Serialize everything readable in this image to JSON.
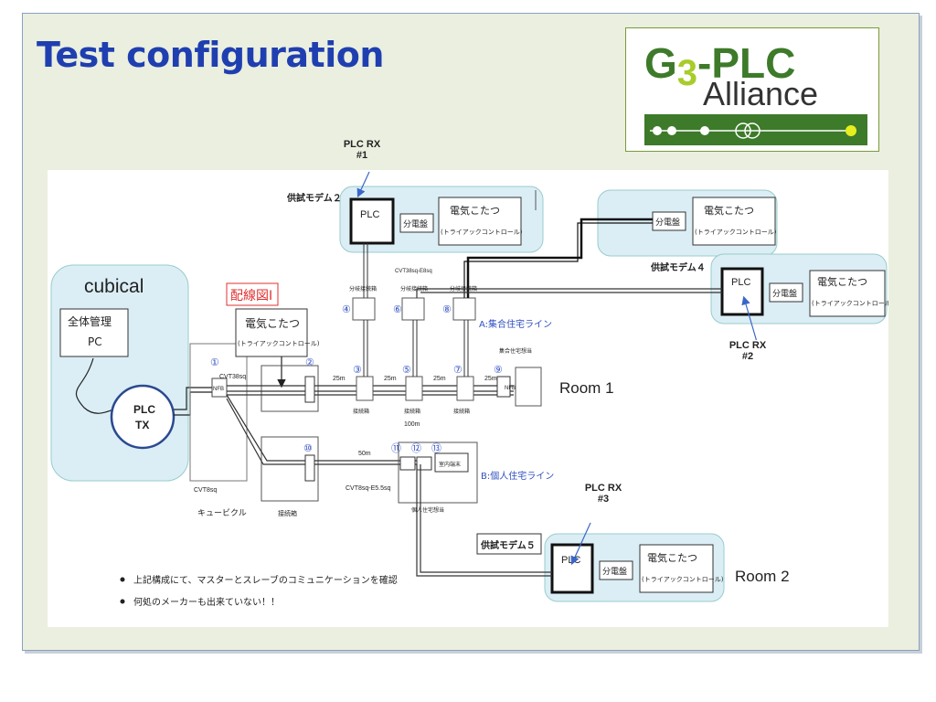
{
  "slide": {
    "title": "Test configuration"
  },
  "logo": {
    "wordmark": "G3-PLC",
    "subtitle": "Alliance"
  },
  "diagram": {
    "plc_rx_1": "PLC RX\n#1",
    "plc_rx_2": "PLC RX\n#2",
    "plc_rx_3": "PLC RX\n#3",
    "cubical": "cubical",
    "pc_line1": "全体管理",
    "pc_line2": "PC",
    "plc_tx_line1": "PLC",
    "plc_tx_line2": "TX",
    "room1": "Room 1",
    "room2": "Room 2",
    "wiring_diagram": "配線図Ⅰ",
    "test_modem_2": "供試モデム２",
    "test_modem_4": "供試モデム４",
    "test_modem_5": "供試モデム５",
    "plc_box": "PLC",
    "distribution_board": "分電盤",
    "kotatsu_line1": "電気こたつ",
    "kotatsu_line2": "(トライアックコントロール)",
    "line_a": "A:集合住宅ライン",
    "line_b": "B:個人住宅ライン",
    "kyubikuru": "キュービクル",
    "cable_1": "CVT38sq",
    "cable_2": "CVT8sq",
    "cable_3": "CVT8sq-E5.5sq",
    "cable_4": "CVT38sq-E8sq",
    "dist_25m_1": "25m",
    "dist_25m_2": "25m",
    "dist_25m_3": "25m",
    "dist_25m_4": "25m",
    "dist_100m": "100m",
    "dist_50m": "50m",
    "junction_box": "接続箱",
    "branch_box": "分岐接続箱",
    "nfb": "NFB",
    "bullet_1": "上記構成にて、マスターとスレーブのコミュニケーションを確認",
    "bullet_2": "何処のメーカーも出来ていない！！",
    "circled": [
      "①",
      "②",
      "③",
      "④",
      "⑤",
      "⑥",
      "⑦",
      "⑧",
      "⑨",
      "⑩",
      "⑪",
      "⑫",
      "⑬"
    ]
  },
  "colors": {
    "title": "#1f3fb0",
    "slide_bg": "#eaefdf",
    "panel_bg": "#dbeef5",
    "logo_green": "#3d7a2a",
    "logo_lime": "#a8cc2a",
    "wiring_label": "#e03030",
    "arrow_blue": "#3a66c8",
    "circled_blue": "#3050c0"
  }
}
